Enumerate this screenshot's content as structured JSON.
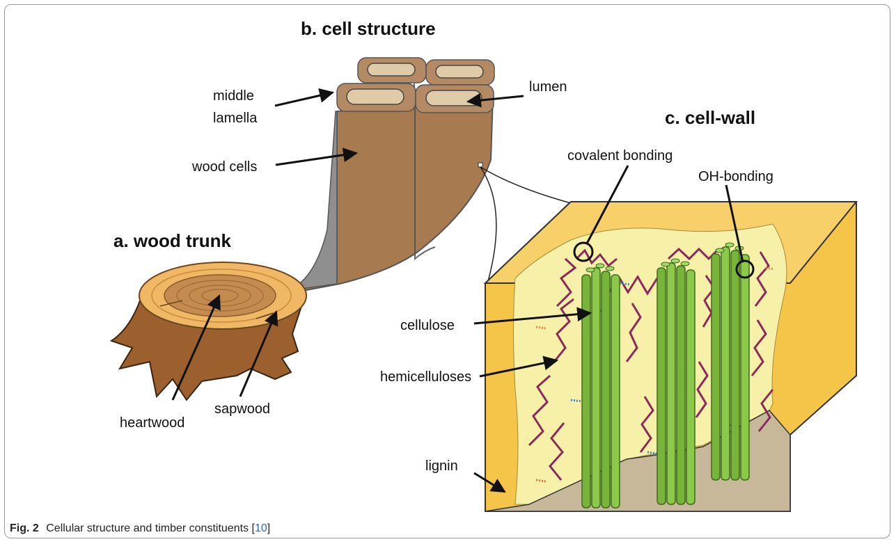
{
  "titles": {
    "trunk": "a. wood trunk",
    "cell": "b. cell structure",
    "wall": "c. cell-wall"
  },
  "labels": {
    "middle_lamella_1": "middle",
    "middle_lamella_2": "lamella",
    "lumen": "lumen",
    "wood_cells": "wood cells",
    "heartwood": "heartwood",
    "sapwood": "sapwood",
    "covalent": "covalent bonding",
    "oh": "OH-bonding",
    "cellulose": "cellulose",
    "hemicelluloses": "hemicelluloses",
    "lignin": "lignin"
  },
  "caption": {
    "fig": "Fig. 2",
    "text": "Cellular structure and timber constituents",
    "ref_open": "[",
    "ref": "10",
    "ref_close": "]"
  },
  "colors": {
    "wood_cell": "#a87a50",
    "cellulose": "#78b43a",
    "hemicellulose": "#8b2a5a",
    "lignin_face": "#f7f0a8",
    "box_outer": "#f5c54a",
    "floor": "#c8b89a"
  }
}
